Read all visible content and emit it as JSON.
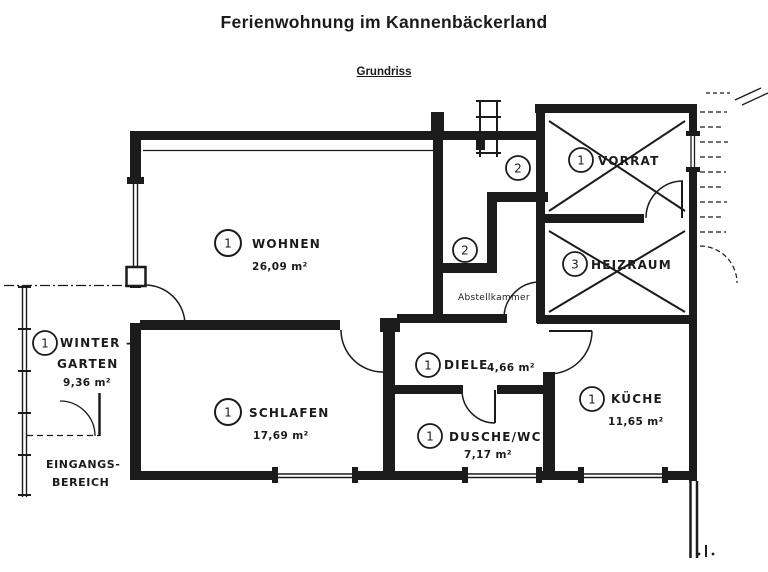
{
  "page": {
    "title": "Ferienwohnung im Kannenbäckerland",
    "subtitle": "Grundriss"
  },
  "colors": {
    "ink": "#1b1b1b",
    "paper": "#ffffff"
  },
  "rooms": {
    "wohnen": {
      "number": "1",
      "name": "WOHNEN",
      "area": "26,09 m²"
    },
    "wintergarten": {
      "number": "1",
      "name1": "WINTER -",
      "name2": "GARTEN",
      "area": "9,36 m²"
    },
    "schlafen": {
      "number": "1",
      "name": "SCHLAFEN",
      "area": "17,69 m²"
    },
    "diele": {
      "number": "1",
      "name": "DIELE",
      "area": "4,66 m²"
    },
    "dusche_wc": {
      "number": "1",
      "name": "DUSCHE/WC",
      "area": "7,17 m²"
    },
    "kueche": {
      "number": "1",
      "name": "KÜCHE",
      "area": "11,65 m²"
    },
    "vorrat": {
      "number": "1",
      "name": "VORRAT"
    },
    "heizraum": {
      "number": "3",
      "name": "HEIZRAUM"
    },
    "abstellkammer": {
      "name": "Abstellkammer"
    },
    "flur": {
      "number": "2"
    }
  },
  "entrance": {
    "line1": "EINGANGS-",
    "line2": "BEREICH"
  }
}
